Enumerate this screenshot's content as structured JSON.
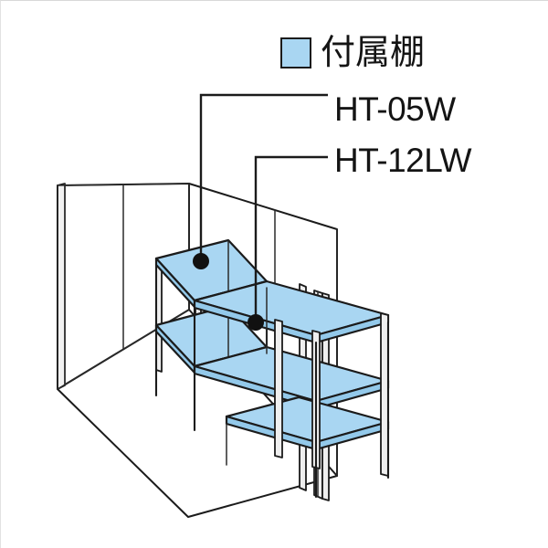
{
  "figure": {
    "type": "isometric-technical-illustration",
    "subject": "storage shed interior with optional shelf accessories",
    "background_color": "#ffffff",
    "line_color": "#1b1b1b",
    "shelf_fill_color": "#a9d6f2",
    "shelf_edge_color": "#1b1b1b",
    "wall_fill_color": "#ffffff",
    "frame_fill_color": "#f2f2f2"
  },
  "legend": {
    "swatch_color": "#a9d6f2",
    "swatch_border_color": "#1b1b1b",
    "label": "付属棚"
  },
  "callouts": [
    {
      "id": "ht05w",
      "label": "HT-05W",
      "leader": "horizontal line running left from the text, then turning down to a dot on the upper rear shelf",
      "dot_target": "upper rear shelf panel"
    },
    {
      "id": "ht12lw",
      "label": "HT-12LW",
      "leader": "horizontal line running left from the text, then turning down to a dot on the long front shelf",
      "dot_target": "long front shelf panel"
    }
  ],
  "drawing_parts": {
    "back_wall_panels": 2,
    "right_door_panel": 1,
    "floor": 1,
    "shelf_units": [
      {
        "name": "HT-05W",
        "shelf_levels": 2,
        "position": "rear left, short"
      },
      {
        "name": "HT-12LW",
        "shelf_levels": 3,
        "position": "front, long, runs diagonally to the right"
      }
    ],
    "callout_dot_color": "#111111"
  }
}
